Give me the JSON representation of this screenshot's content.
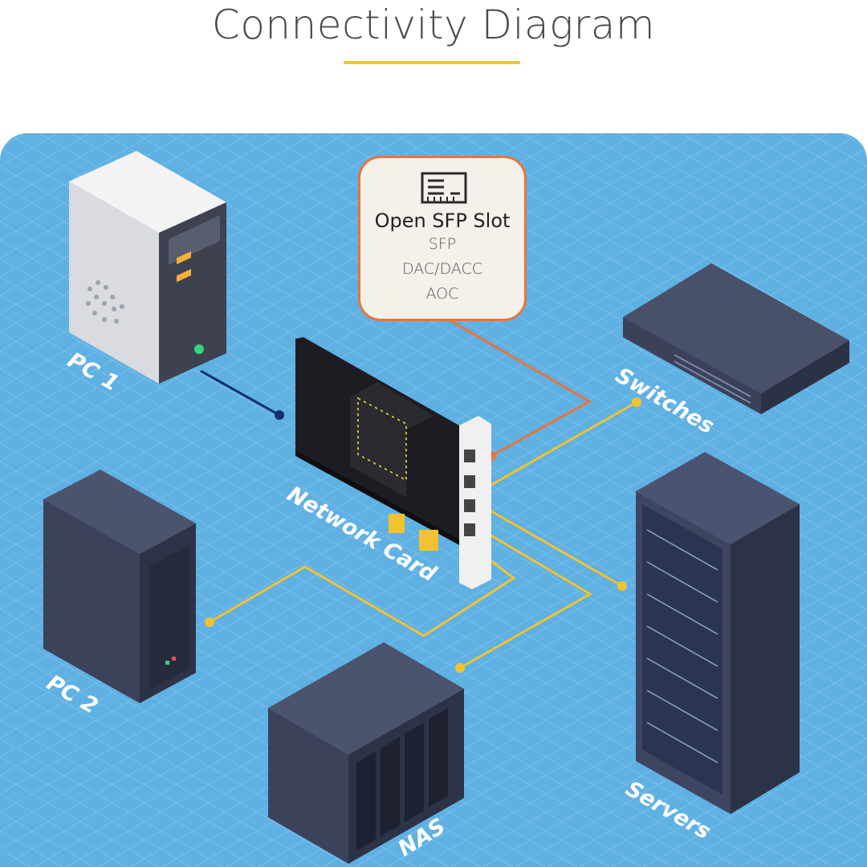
{
  "title": "Connectivity Diagram",
  "colors": {
    "accent": "#f2c230",
    "background": "#5fb0e3",
    "sfp_link": "#e9743a",
    "link": "#f2c230",
    "pc1_link": "#12306e"
  },
  "callout": {
    "icon": "sfp-module-icon",
    "title": "Open SFP Slot",
    "lines": [
      "SFP",
      "DAC/DACC",
      "AOC"
    ]
  },
  "devices": {
    "pc1": "PC 1",
    "pc2": "PC 2",
    "network_card": "Network Card",
    "switches": "Switches",
    "servers": "Servers",
    "nas": "NAS"
  }
}
